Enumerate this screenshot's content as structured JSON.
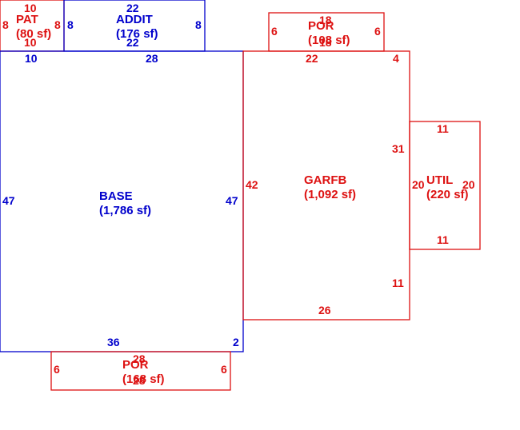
{
  "colors": {
    "main": "#0000cc",
    "aux": "#dd1111",
    "background": "#ffffff"
  },
  "areas": {
    "pat": {
      "name": "PAT",
      "area": "(80 sf)",
      "dims": {
        "top": "10",
        "bottom": "10",
        "left": "8",
        "right": "8"
      }
    },
    "addit": {
      "name": "ADDIT",
      "area": "(176 sf)",
      "dims": {
        "top": "22",
        "bottom": "22",
        "left": "8",
        "right": "8"
      }
    },
    "base": {
      "name": "BASE",
      "area": "(1,786 sf)",
      "dims": {
        "top_left": "10",
        "top_right": "28",
        "left": "47",
        "right": "47",
        "bottom": "36",
        "bottom_right": "2"
      }
    },
    "por_top": {
      "name": "POR",
      "area": "(108 sf)",
      "dims": {
        "top": "18",
        "bottom": "18",
        "left": "6",
        "right": "6"
      }
    },
    "garfb": {
      "name": "GARFB",
      "area": "(1,092 sf)",
      "dims": {
        "top": "22",
        "top_right": "4",
        "left": "42",
        "right_upper": "31",
        "right_lower": "11",
        "bottom": "26"
      }
    },
    "util": {
      "name": "UTIL",
      "area": "(220 sf)",
      "dims": {
        "top": "11",
        "bottom": "11",
        "left": "20",
        "right": "20"
      }
    },
    "por_bottom": {
      "name": "POR",
      "area": "(168 sf)",
      "dims": {
        "top": "28",
        "bottom": "28",
        "left": "6",
        "right": "6"
      }
    }
  }
}
